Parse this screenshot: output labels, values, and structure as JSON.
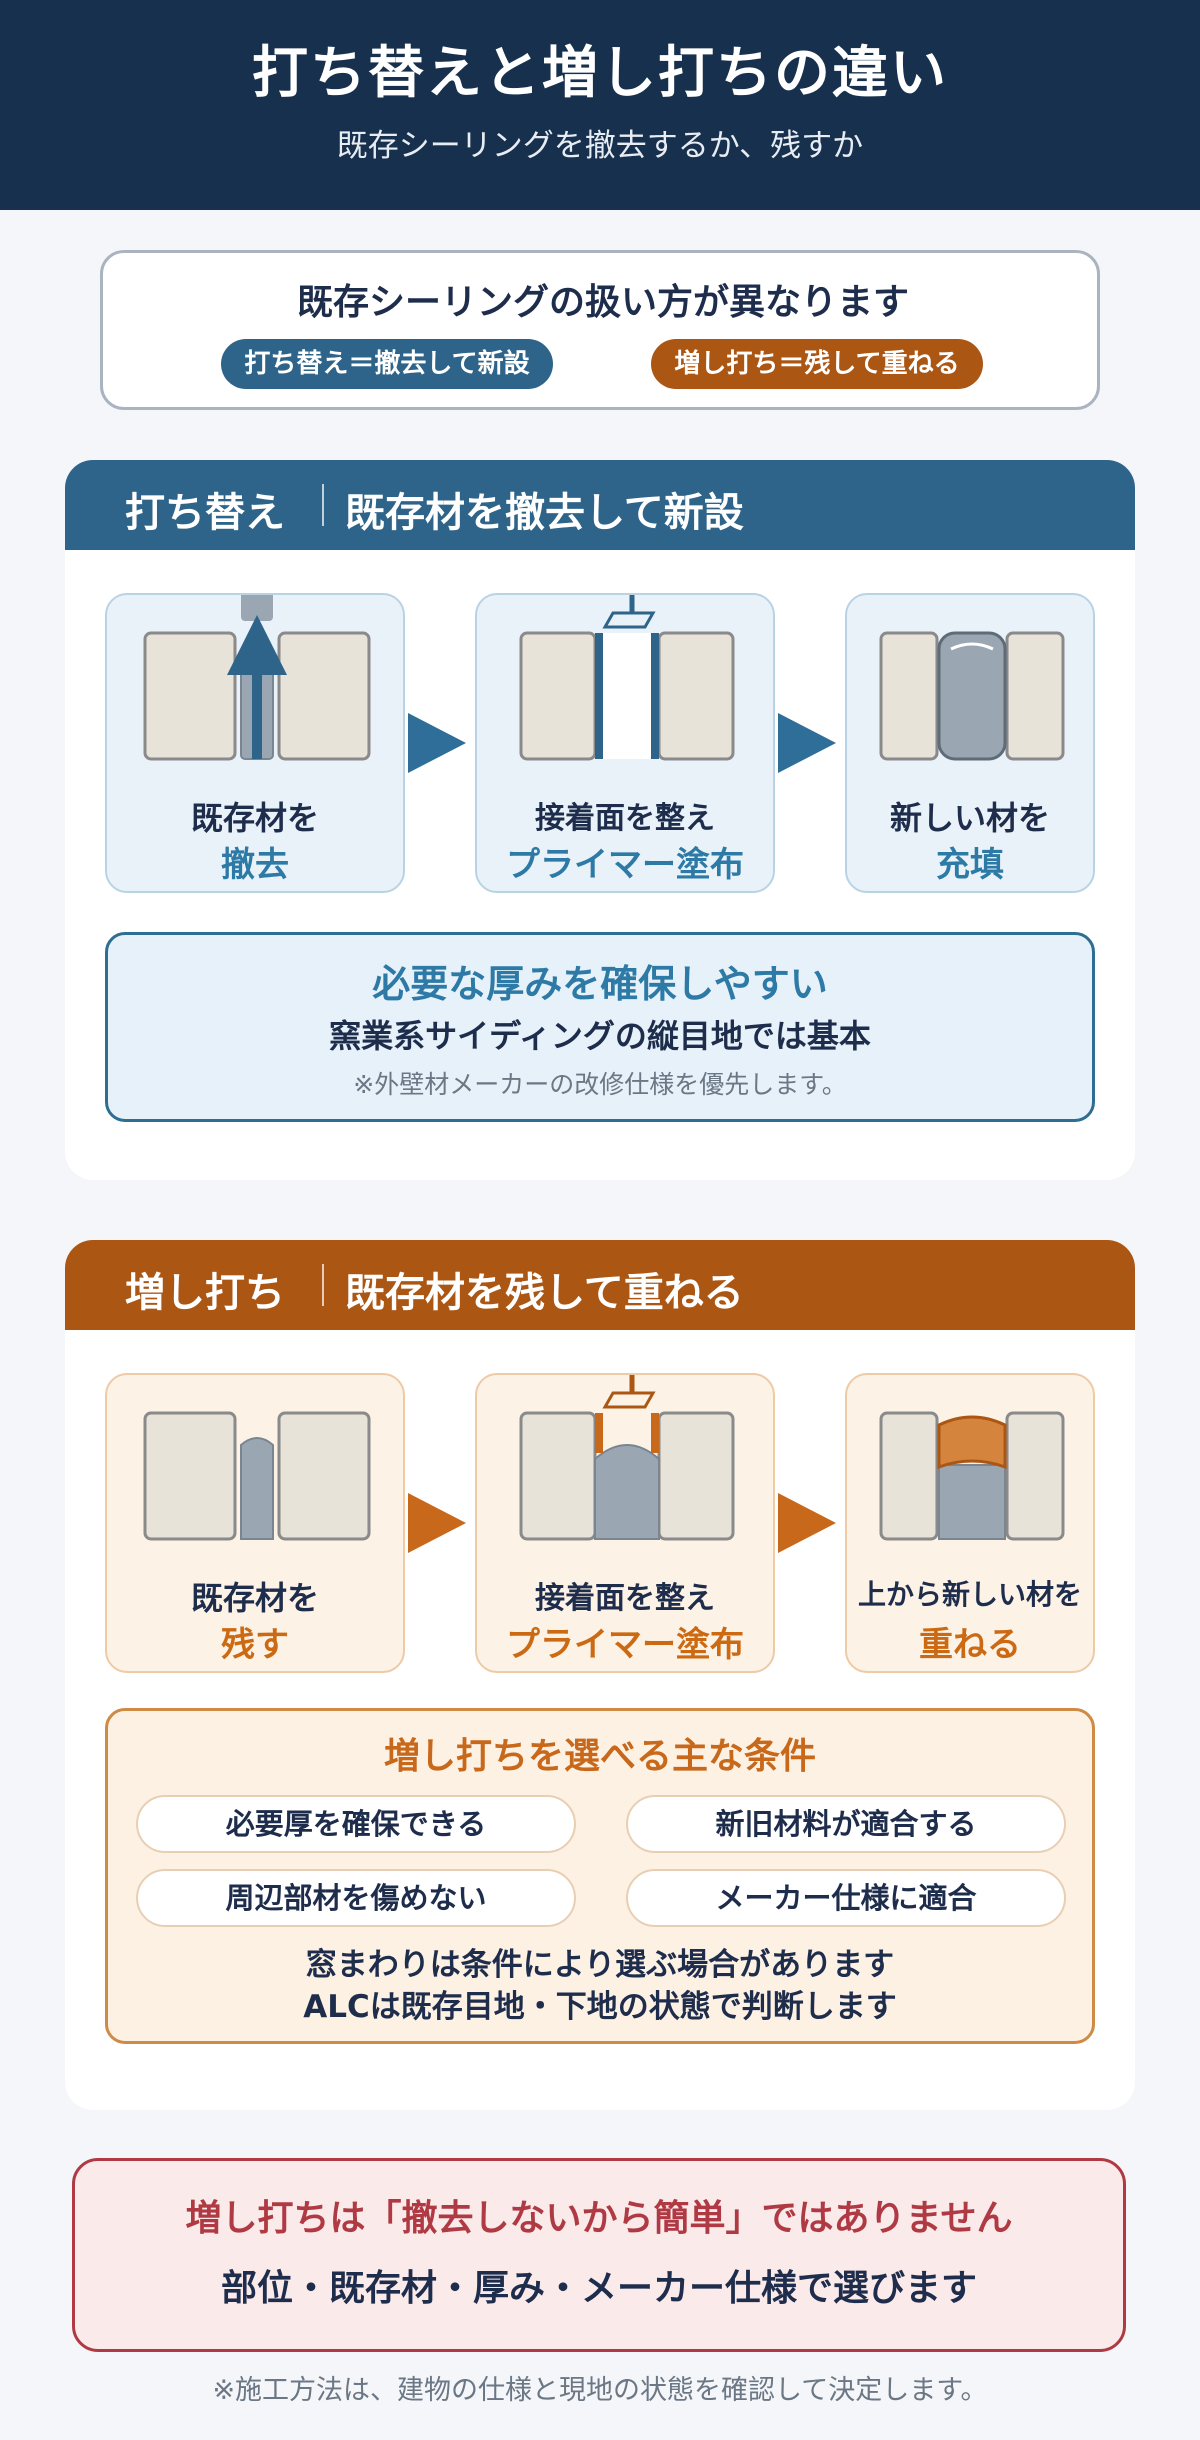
{
  "header": {
    "title": "打ち替えと増し打ちの違い",
    "subtitle": "既存シーリングを撤去するか、残すか"
  },
  "intro": {
    "heading": "既存シーリングの扱い方が異なります",
    "pill_replace": "打ち替え＝撤去して新設",
    "pill_overlay": "増し打ち＝残して重ねる"
  },
  "replace": {
    "title_a": "打ち替え",
    "title_b": "既存材を撤去して新設",
    "steps": [
      {
        "line1": "既存材を",
        "line2": "撤去"
      },
      {
        "line1": "接着面を整え",
        "line2": "プライマー塗布"
      },
      {
        "line1": "新しい材を",
        "line2": "充填"
      }
    ],
    "info": {
      "headline": "必要な厚みを確保しやすい",
      "body": "窯業系サイディングの縦目地では基本",
      "note": "※外壁材メーカーの改修仕様を優先します。"
    }
  },
  "overlay": {
    "title_a": "増し打ち",
    "title_b": "既存材を残して重ねる",
    "steps": [
      {
        "line1": "既存材を",
        "line2": "残す"
      },
      {
        "line1": "接着面を整え",
        "line2": "プライマー塗布"
      },
      {
        "line1": "上から新しい材を",
        "line2": "重ねる"
      }
    ],
    "conditions": {
      "heading": "増し打ちを選べる主な条件",
      "items": [
        "必要厚を確保できる",
        "新旧材料が適合する",
        "周辺部材を傷めない",
        "メーカー仕様に適合"
      ],
      "note1": "窓まわりは条件により選ぶ場合があります",
      "note2": "ALCは既存目地・下地の状態で判断します"
    }
  },
  "warning": {
    "line1": "増し打ちは「撤去しないから簡単」ではありません",
    "line2": "部位・既存材・厚み・メーカー仕様で選びます"
  },
  "footnote": "※施工方法は、建物の仕様と現地の状態を確認して決定します。",
  "colors": {
    "navy": "#17304d",
    "blue": "#2e6489",
    "orange": "#ac5614",
    "red": "#b03a44"
  }
}
